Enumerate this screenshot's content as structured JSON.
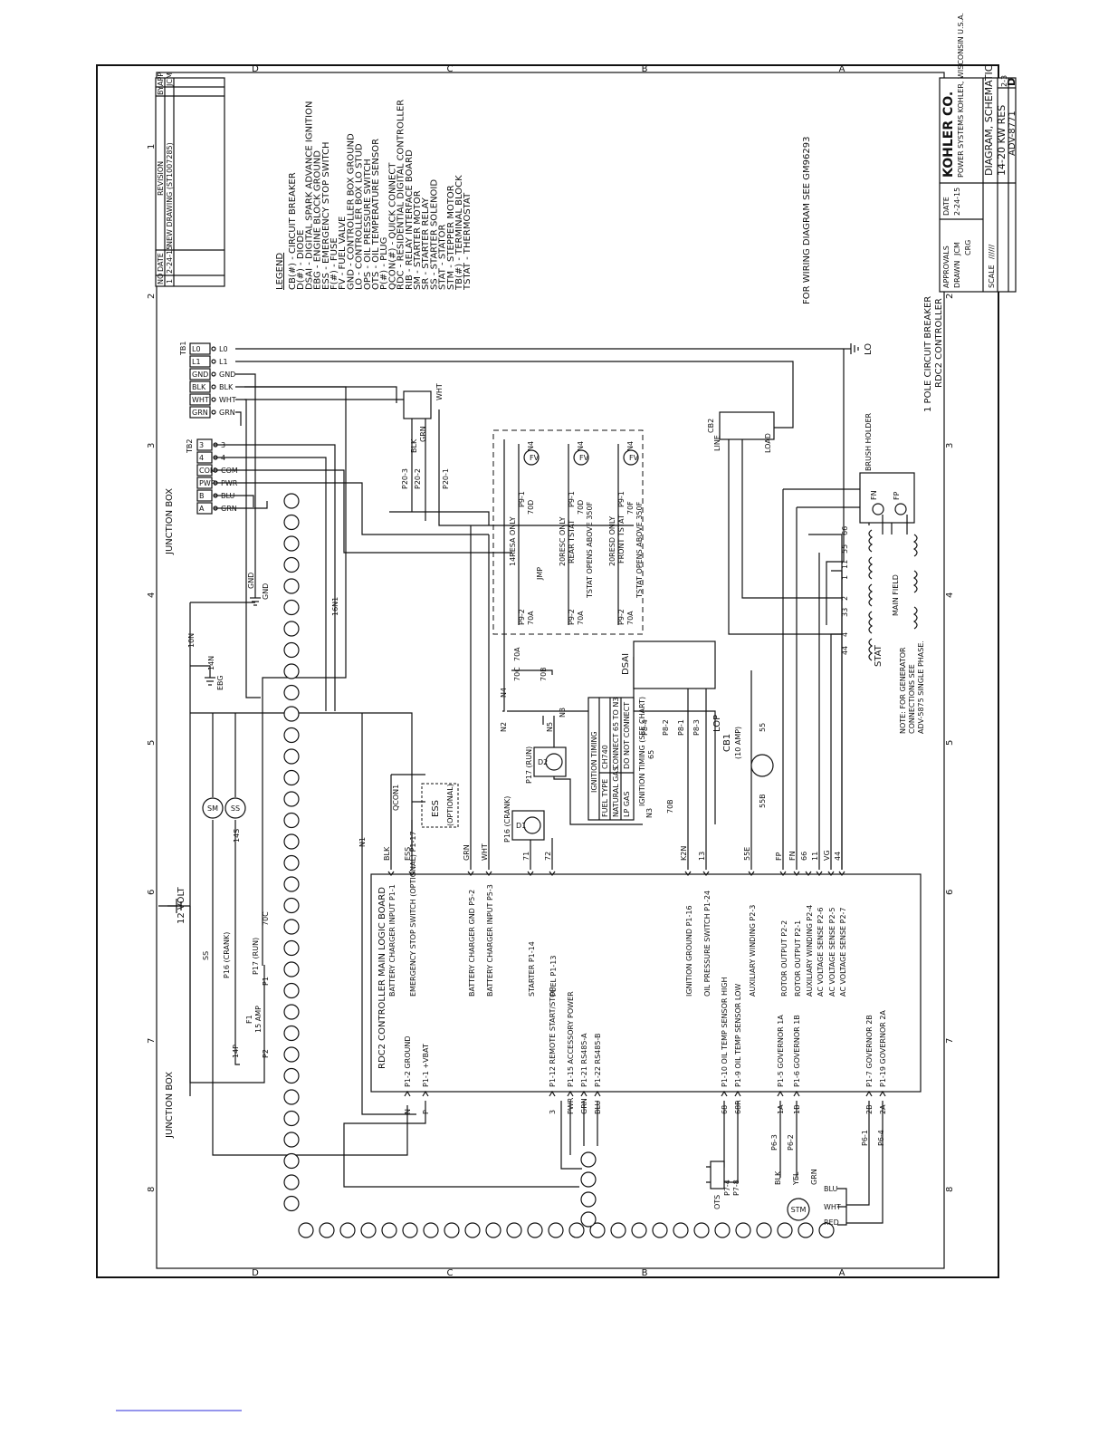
{
  "zones": {
    "top": [
      "D",
      "C",
      "B",
      "A"
    ],
    "bottom": [
      "D",
      "C",
      "B",
      "A"
    ],
    "left": [
      "1",
      "2",
      "3",
      "4",
      "5",
      "6",
      "7",
      "8"
    ],
    "right": [
      "1",
      "2",
      "3",
      "4",
      "5",
      "6",
      "7",
      "8"
    ]
  },
  "revision": {
    "headers": [
      "NO",
      "DATE",
      "REVISION",
      "BY",
      "APP"
    ],
    "row": [
      "1",
      "2-24-15",
      "NEW DRAWING (ST1007285)",
      "",
      "JCM"
    ]
  },
  "legend": {
    "title": "LEGEND",
    "items": [
      "CB(#) - CIRCUIT BREAKER",
      "D(#) - DIODE",
      "DSAI - DIGITAL SPARK ADVANCE IGNITION",
      "EBG - ENGINE BLOCK GROUND",
      "ESS - EMERGENCY STOP SWITCH",
      "F(#) - FUSE",
      "FV - FUEL VALVE",
      "GND - CONTROLLER BOX GROUND",
      "LO - CONTROLLER BOX LO STUD",
      "OPS - OIL PRESSURE SWITCH",
      "OTS - OIL TEMPERATURE SENSOR",
      "P(#) - PLUG",
      "QCON(#) - QUICK CONNECT",
      "RDC - RESIDENTIAL DIGITAL CONTROLLER",
      "RIB - RELAY INTERFACE BOARD",
      "SM - STARTER MOTOR",
      "SR - STARTER RELAY",
      "SS - STARTER SOLENOID",
      "STAT - STATOR",
      "STM - STEPPER MOTOR",
      "TB(#) - TERMINAL BLOCK",
      "TSTAT - THERMOSTAT"
    ]
  },
  "wiring_note": "FOR WIRING DIAGRAM SEE GM96293",
  "title_block": {
    "company": "KOHLER CO.",
    "company_sub": "POWER SYSTEMS  KOHLER, WISCONSIN  U.S.A.",
    "title_line1": "DIAGRAM, SCHEMATIC",
    "title_line2": "14-20 KW RES",
    "drawing_no": "ADV-8771",
    "size": "D",
    "sheet": "2-3",
    "drawn_label": "DRAWN",
    "date_label": "DATE",
    "date": "2-24-15",
    "scale_label": "SCALE",
    "scale": "//////",
    "approvals": "APPROVALS",
    "drawn_by": "JCM",
    "checked_by": "CRG"
  },
  "terminal_blocks": {
    "tb1": {
      "label": "TB1",
      "terminals": [
        "L0",
        "L1",
        "GND",
        "BLK",
        "WHT",
        "GRN"
      ],
      "wires": [
        "L0",
        "L1",
        "GND",
        "BLK",
        "WHT",
        "GRN"
      ]
    },
    "tb2": {
      "label": "TB2",
      "terminals": [
        "3",
        "4",
        "COM",
        "PWR",
        "B",
        "A"
      ],
      "wires": [
        "3",
        "4",
        "COM",
        "PWR",
        "BLU",
        "GRN"
      ]
    }
  },
  "labels": {
    "junction_box_1": "JUNCTION BOX",
    "junction_box_2": "JUNCTION BOX",
    "battery": "12 VOLT",
    "ss": "SS",
    "sm": "SM",
    "ss_circle": "SS",
    "p16_crank": "P16 (CRANK)",
    "p17_run": "P17 (RUN)",
    "f1": "F1",
    "f1_amp": "15 AMP",
    "wire_14p": "14P",
    "wire_p2": "P2",
    "wire_p1": "P1",
    "wire_70c": "70C",
    "wire_14s": "14S",
    "wire_10n": "10N",
    "wire_14n": "14N",
    "ebg": "EBG",
    "gnd": "GND",
    "wire_gnd": "GND",
    "wire_16n1": "16N1",
    "wire_n1": "N1",
    "qcon1": "QCON1",
    "ess": "ESS",
    "ess_optional": "(OPTIONAL)",
    "p16_crank2": "P16 (CRANK)",
    "p17_run2": "P17 (RUN)",
    "d1": "D1",
    "d2": "D2",
    "dsai": "DSAI",
    "p8_4": "P8-4",
    "p8_2": "P8-2",
    "p8_1": "P8-1",
    "p8_3": "P8-3",
    "lop": "LOP",
    "cb1": "CB1",
    "cb1_amp": "(10 AMP)",
    "wire_55": "55",
    "wire_55b": "55B",
    "wire_65": "65",
    "wire_70b": "70B",
    "wire_n3": "N3",
    "wire_n5": "N5",
    "wire_n2": "N2",
    "wire_n4": "N4",
    "wire_70a": "70A",
    "wire_70c2": "70C",
    "wire_70b2": "70B",
    "p20_3": "P20-3",
    "p20_2": "P20-2",
    "p20_1": "P20-1",
    "blk": "BLK",
    "grn": "GRN",
    "wht": "WHT",
    "cb2": "CB2",
    "cb2_line": "LINE",
    "cb2_load": "LOAD",
    "cb2_note_1": "1 POLE CIRCUIT BREAKER",
    "cb2_note_2": "RDC2 CONTROLLER",
    "lo": "LO",
    "brush_holder": "BRUSH HOLDER",
    "main_field": "MAIN FIELD",
    "stat": "STAT",
    "note_1": "NOTE: FOR GENERATOR",
    "note_2": "CONNECTIONS SEE",
    "note_3": "ADV-5875 SINGLE PHASE.",
    "ots": "OTS",
    "p7_4": "P7-4",
    "p7_8": "P7-8",
    "p6_3": "P6-3",
    "p6_2": "P6-2",
    "p6_1": "P6-1",
    "p6_4": "P6-4",
    "stm": "STM",
    "blu": "BLU",
    "wht2": "WHT",
    "red": "RED",
    "blk2": "BLK",
    "yel": "YEL",
    "grn2": "GRN"
  },
  "fuel_boxes": [
    {
      "title": "14RESA ONLY",
      "plug_a": "P9-2",
      "plug_b": "P9-1",
      "wire_a": "70A",
      "wire_b": "70D",
      "wire_c": "N4",
      "jmp": "JMP"
    },
    {
      "title": "20RESC ONLY",
      "sub": "REAR TSTAT",
      "plug_a": "P9-2",
      "plug_b": "P9-1",
      "wire_a": "70A",
      "wire_b": "70D",
      "wire_c": "N4",
      "note": "TSTAT OPENS ABOVE 350F"
    },
    {
      "title": "20RESD ONLY",
      "sub": "FRONT TSTAT",
      "plug_a": "P9-2",
      "plug_b": "P9-1",
      "wire_a": "70A",
      "wire_b": "70F",
      "wire_c": "N4",
      "note": "TSTAT OPENS ABOVE 350F"
    }
  ],
  "ignition_table": {
    "title": "IGNITION TIMING",
    "headers": [
      "FUEL TYPE",
      "CH740"
    ],
    "rows": [
      [
        "NATURAL GAS",
        "CONNECT 65 TO N3"
      ],
      [
        "LP GAS",
        "DO NOT CONNECT"
      ]
    ],
    "note": "IGNITION TIMING (SEE CHART)"
  },
  "controller": {
    "title": "RDC2 CONTROLLER MAIN LOGIC BOARD",
    "top_pins": [
      "BATTERY CHARGER INPUT P1-1",
      "EMERGENCY STOP SWITCH (OPTIONAL) P1-17",
      "BATTERY CHARGER GND P5-2",
      "BATTERY CHARGER INPUT P5-3",
      "STARTER P1-14",
      "FUEL P1-13",
      "IGNITION GROUND P1-16",
      "OIL PRESSURE SWITCH P1-24",
      "AUXILIARY WINDING P2-3",
      "ROTOR OUTPUT P2-2",
      "ROTOR OUTPUT P2-1",
      "AUXILIARY WINDING P2-4",
      "AC VOLTAGE SENSE P2-6",
      "AC VOLTAGE SENSE P2-5",
      "AC VOLTAGE SENSE P2-7"
    ],
    "top_wires": [
      "BLK",
      "ESS",
      "GRN",
      "WHT",
      "71",
      "72",
      "K2N",
      "13",
      "55E",
      "FP",
      "FN",
      "66",
      "11",
      "VG",
      "44"
    ],
    "bottom_pins": [
      "P1-2 GROUND",
      "P1-1 +VBAT",
      "P1-12 REMOTE START/STOP",
      "P1-15 ACCESSORY POWER",
      "P1-21 RS485-A",
      "P1-22 RS485-B",
      "P1-10 OIL TEMP SENSOR HIGH",
      "P1-9 OIL TEMP SENSOR LOW",
      "P1-5 GOVERNOR 1A",
      "P1-6 GOVERNOR 1B",
      "P1-7 GOVERNOR 2B",
      "P1-19 GOVERNOR 2A"
    ],
    "bottom_wires": [
      "N",
      "P",
      "3",
      "PWR",
      "GRN",
      "BLU",
      "68",
      "68R",
      "1A",
      "1B",
      "2B",
      "2A"
    ]
  },
  "stator_taps": [
    "66",
    "55",
    "11",
    "1",
    "2",
    "33",
    "4",
    "44"
  ],
  "brush": [
    "FN",
    "FP"
  ]
}
